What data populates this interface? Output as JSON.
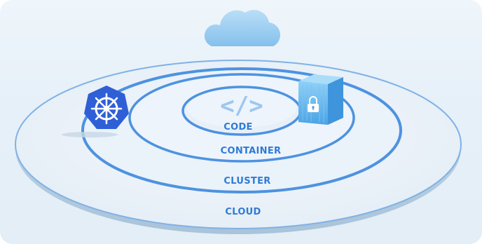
{
  "layers": [
    {
      "id": "code",
      "label": "CODE"
    },
    {
      "id": "container",
      "label": "CONTAINER"
    },
    {
      "id": "cluster",
      "label": "CLUSTER"
    },
    {
      "id": "cloud",
      "label": "CLOUD"
    }
  ],
  "code_symbol": "</>",
  "icons": {
    "cloud": "cloud-icon",
    "kubernetes": "kubernetes-helm-icon",
    "container": "shipping-container-icon",
    "lock": "lock-icon",
    "code": "code-brackets-icon"
  },
  "colors": {
    "accent": "#2f7bd6",
    "ring": "#5b9fe3",
    "kubernetes": "#2f5fd6",
    "container": "#69b8ee",
    "cloud": "#9fcdf1",
    "background": "#e8f1f9"
  }
}
